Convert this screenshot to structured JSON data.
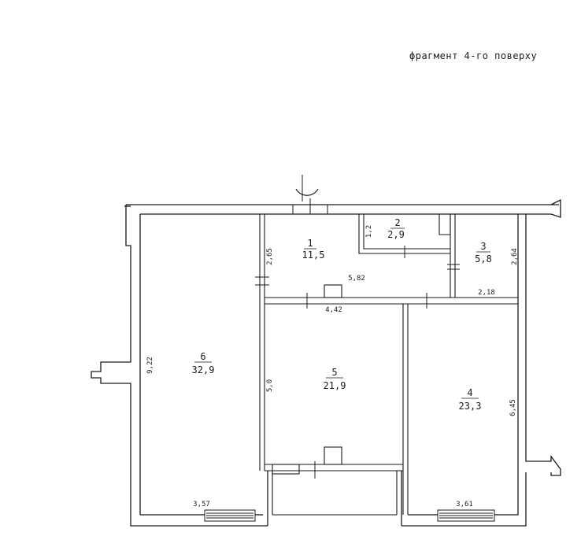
{
  "title": "фрагмент 4-го поверху",
  "rooms": {
    "r1": {
      "number": "1",
      "area": "11,5"
    },
    "r2": {
      "number": "2",
      "area": "2,9"
    },
    "r3": {
      "number": "3",
      "area": "5,8"
    },
    "r4": {
      "number": "4",
      "area": "23,3"
    },
    "r5": {
      "number": "5",
      "area": "21,9"
    },
    "r6": {
      "number": "6",
      "area": "32,9"
    }
  },
  "dimensions": {
    "d_922": "9,22",
    "d_357": "3,57",
    "d_265": "2,65",
    "d_582": "5,82",
    "d_442": "4,42",
    "d_50": "5,0",
    "d_12": "1,2",
    "d_264": "2,64",
    "d_218": "2,18",
    "d_645": "6,45",
    "d_361": "3,61"
  }
}
